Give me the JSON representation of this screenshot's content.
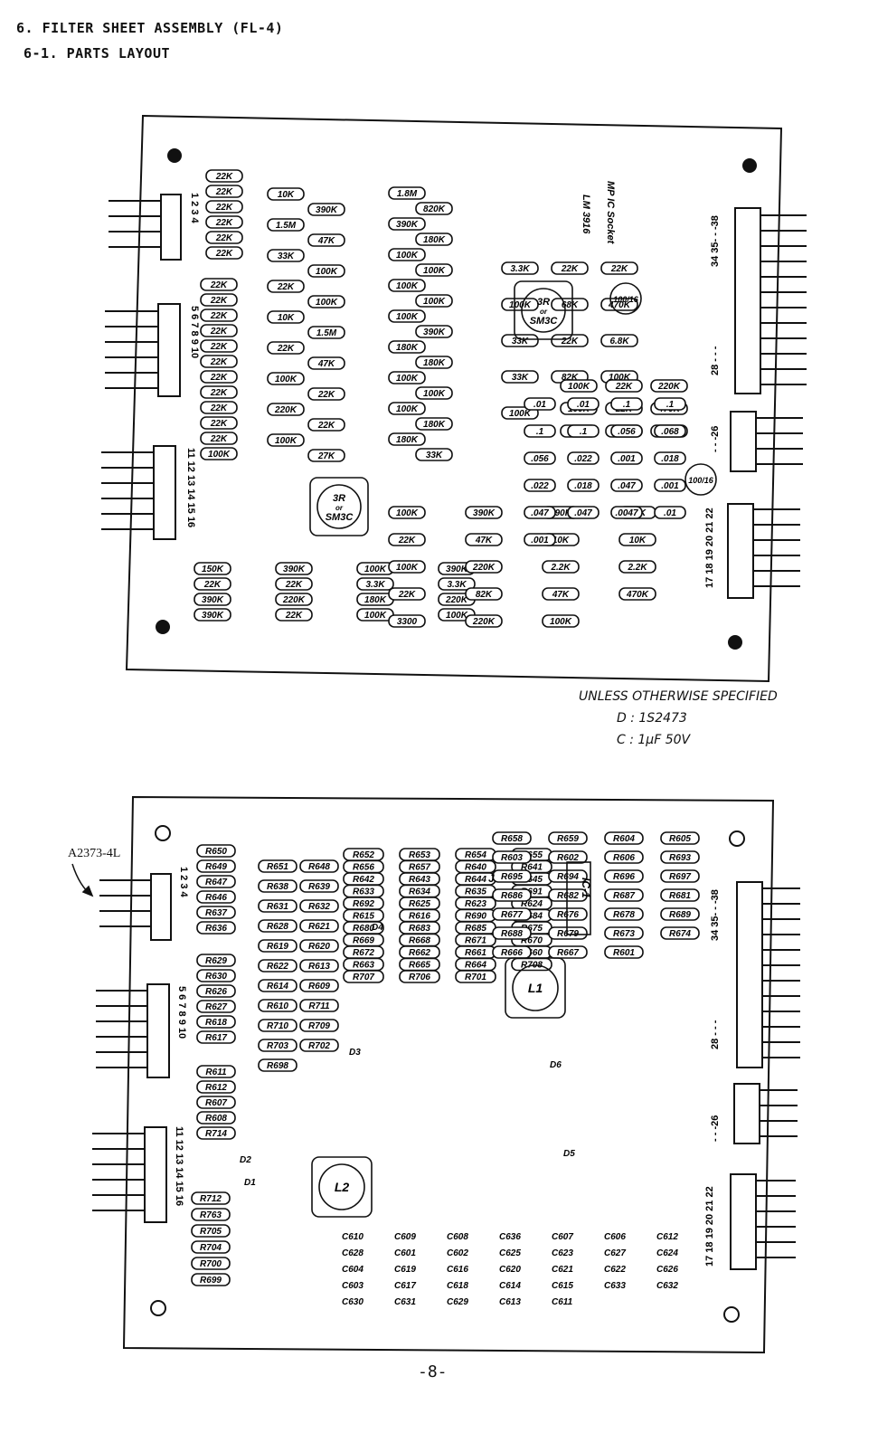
{
  "header": {
    "section": "6. FILTER SHEET ASSEMBLY (FL-4)",
    "subsection": "6-1. PARTS LAYOUT"
  },
  "board1": {
    "resistors": [
      "22K",
      "22K",
      "22K",
      "22K",
      "22K",
      "22K",
      "22K",
      "22K",
      "22K",
      "22K",
      "22K",
      "22K",
      "22K",
      "22K",
      "22K",
      "22K",
      "22K",
      "100K",
      "10K",
      "390K",
      "1.5M",
      "47K",
      "33K",
      "100K",
      "22K",
      "100K",
      "10K",
      "1.5M",
      "22K",
      "47K",
      "100K",
      "22K",
      "220K",
      "22K",
      "100K",
      "27K",
      "1.8M",
      "820K",
      "390K",
      "180K",
      "100K",
      "100K",
      "100K",
      "100K",
      "100K",
      "390K",
      "180K",
      "180K",
      "100K",
      "100K",
      "100K",
      "180K",
      "180K",
      "33K",
      "3.3K",
      "22K",
      "22K",
      "100K",
      "68K",
      "470K",
      "33K",
      "22K",
      "6.8K",
      "33K",
      "82K",
      "100K",
      "100K",
      "150K",
      "390K",
      "100K",
      "390K",
      "22K",
      "22K",
      "3.3K",
      "3.3K",
      "390K",
      "220K",
      "180K",
      "220K",
      "390K",
      "22K",
      "100K",
      "100K",
      "100K",
      "390K",
      "390K",
      "47K",
      "22K",
      "47K",
      "10K",
      "10K",
      "100K",
      "220K",
      "2.2K",
      "2.2K",
      "22K",
      "82K",
      "47K",
      "470K",
      "3300",
      "220K",
      "100K",
      "100K",
      "22K",
      "220K",
      "100K",
      "22K",
      "470K",
      "47K",
      "390K",
      "27K"
    ],
    "capacitors": [
      ".01",
      ".01",
      ".1",
      ".1",
      ".1",
      ".1",
      ".056",
      ".068",
      ".056",
      ".022",
      ".001",
      ".018",
      ".022",
      ".018",
      ".047",
      ".001",
      ".047",
      ".047",
      ".0047",
      ".01",
      ".001"
    ],
    "electrolytics": [
      "100/16",
      "100/16"
    ],
    "ic": [
      "LM 3916",
      "MP IC Socket"
    ],
    "transistors": [
      "3R or SM3C",
      "3R or SM3C"
    ],
    "connectors": [
      {
        "pins": "1 2 3 4"
      },
      {
        "pins": "5 6 7 8 9 10"
      },
      {
        "pins": "11 12 13 14 15 16"
      },
      {
        "pins": "17 18 19 20 21 22"
      },
      {
        "pins": "- - -26"
      },
      {
        "pins": "28 - - -"
      },
      {
        "pins": "34 35- - -38"
      }
    ],
    "notes": {
      "line1": "UNLESS OTHERWISE SPECIFIED",
      "line2": "D : 1S2473",
      "line3": "C : 1μF 50V"
    }
  },
  "board2": {
    "part_number": "A2373-4L",
    "refs_left": [
      "R650",
      "R649",
      "R647",
      "R646",
      "R637",
      "R636",
      "R629",
      "R630",
      "R626",
      "R627",
      "R618",
      "R617",
      "R611",
      "R612",
      "R607",
      "R608",
      "R714",
      "R712",
      "R763",
      "R705",
      "R704",
      "R700",
      "R699"
    ],
    "refs_mid": [
      "R651",
      "R648",
      "R638",
      "R639",
      "R631",
      "R632",
      "R628",
      "R621",
      "R619",
      "R620",
      "R622",
      "R613",
      "R614",
      "R609",
      "R610",
      "R711",
      "R710",
      "R709",
      "R703",
      "R702",
      "R698"
    ],
    "refs_center": [
      "R652",
      "R653",
      "R654",
      "R655",
      "R656",
      "R657",
      "R640",
      "R641",
      "R642",
      "R643",
      "R644",
      "R645",
      "R633",
      "R634",
      "R635",
      "R691",
      "R692",
      "R625",
      "R623",
      "R624",
      "R615",
      "R616",
      "R690",
      "R684",
      "R680",
      "R683",
      "R685",
      "R675",
      "R669",
      "R668",
      "R671",
      "R670",
      "R672",
      "R662",
      "R661",
      "R660",
      "R663",
      "R665",
      "R664",
      "R708",
      "R707",
      "R706",
      "R701"
    ],
    "refs_right": [
      "R658",
      "R659",
      "R604",
      "R605",
      "R603",
      "R602",
      "R606",
      "R693",
      "R695",
      "R694",
      "R696",
      "R697",
      "R686",
      "R682",
      "R687",
      "R681",
      "R677",
      "R676",
      "R678",
      "R689",
      "R688",
      "R679",
      "R673",
      "R674",
      "R666",
      "R667",
      "R601"
    ],
    "caps": [
      "C610",
      "C609",
      "C608",
      "C636",
      "C607",
      "C606",
      "C612",
      "C628",
      "C601",
      "C602",
      "C625",
      "C623",
      "C627",
      "C624",
      "C604",
      "C619",
      "C616",
      "C620",
      "C621",
      "C622",
      "C626",
      "C603",
      "C617",
      "C618",
      "C614",
      "C615",
      "C633",
      "C632",
      "C630",
      "C631",
      "C629",
      "C613",
      "C611"
    ],
    "diodes": [
      "D1",
      "D2",
      "D3",
      "D4",
      "D5",
      "D6"
    ],
    "ic": "IC-1",
    "coils": [
      "L1",
      "L2"
    ],
    "jumper_label": "J"
  },
  "footer": {
    "page": "-8-"
  }
}
